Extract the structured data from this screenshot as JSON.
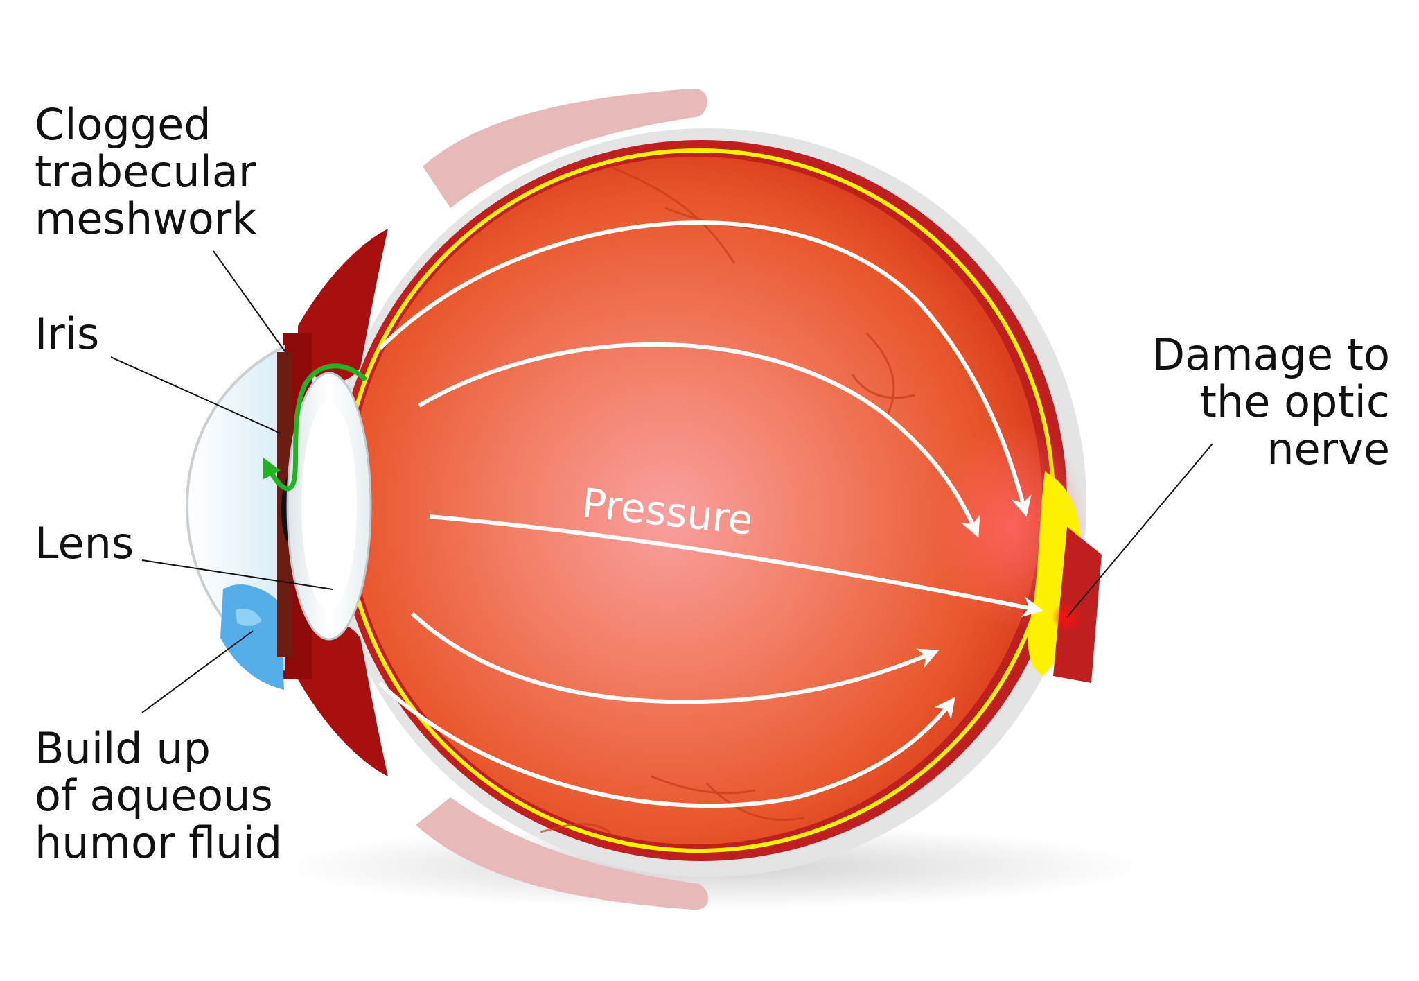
{
  "labels": {
    "clogged": [
      "Clogged",
      "trabecular",
      "meshwork"
    ],
    "iris": "Iris",
    "lens": "Lens",
    "buildup": [
      "Build up",
      "of aqueous",
      "humor fluid"
    ],
    "damage": [
      "Damage to",
      "the optic",
      "nerve"
    ],
    "pressure": "Pressure"
  },
  "colors": {
    "eyeball_outer": "#c01f1f",
    "eyeball_inner": "#ee5a2a",
    "center_glow": "#f6a3a3",
    "retina_yellow": "#fff200",
    "sclera": "#e8e8e8",
    "lens": "#ffffff",
    "aqueous_fluid": "#56aee8",
    "flow_arrow": "#22b325",
    "muscle": "#e3b5b5"
  }
}
